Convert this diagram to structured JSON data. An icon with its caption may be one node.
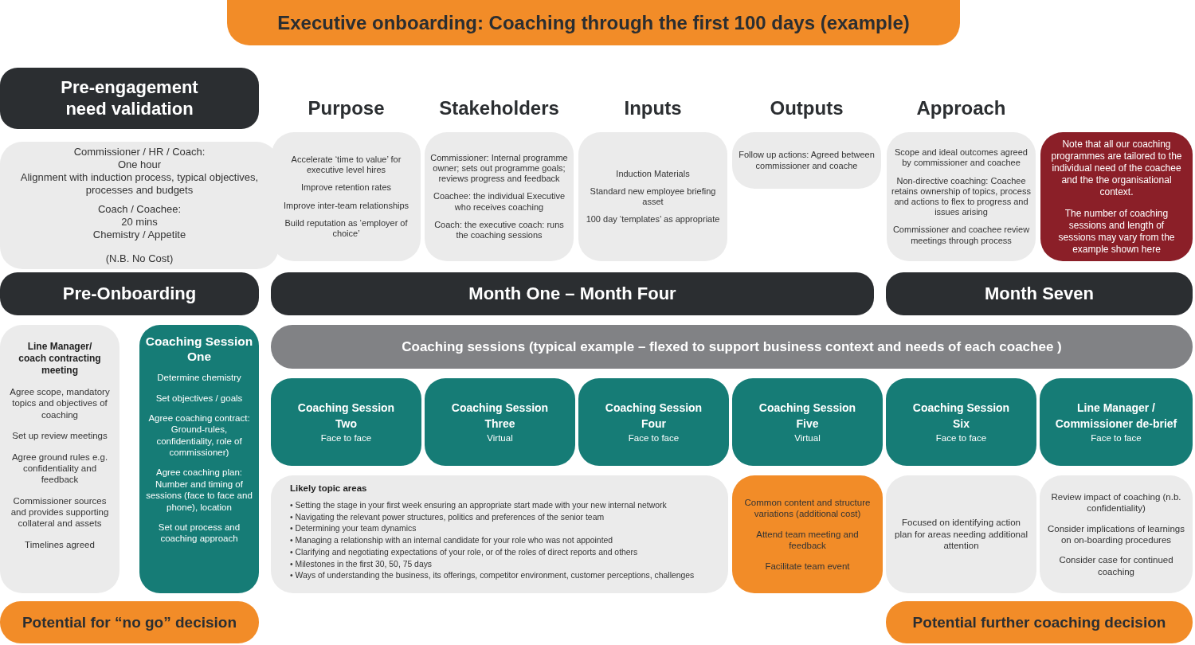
{
  "diagram": {
    "title": "Executive onboarding:  Coaching through the first 100 days (example)",
    "nodes": [
      {
        "text": [
          "Pre-engagement need validation"
        ]
      },
      {
        "text": [
          "Commissioner / HR / Coach:",
          "One hour",
          "Alignment with induction process, typical objectives, processes and budgets",
          "Coach / Coachee:",
          "20 mins",
          "Chemistry / Appetite",
          "(N.B. No Cost)"
        ]
      },
      {
        "text": [
          "Purpose",
          "Accelerate ‘time to value’ for executive level hires",
          "Improve retention rates",
          "Improve inter-team relationships",
          "Build reputation as ‘employer of choice’"
        ]
      },
      {
        "text": [
          "Stakeholders",
          "Commissioner: Internal programme owner; sets out programme goals; reviews progress and feedback",
          "Coachee: the individual Executive who receives coaching",
          "Coach: the executive coach: runs the coaching sessions"
        ]
      },
      {
        "text": [
          "Inputs",
          "Induction Materials",
          "Standard new employee briefing asset",
          "100 day ‘templates’ as appropriate"
        ]
      },
      {
        "text": [
          "Outputs",
          "Follow up actions: Agreed between commissioner and coache"
        ]
      },
      {
        "text": [
          "Approach",
          "Scope and ideal outcomes agreed by commissioner and coachee",
          "Non-directive coaching: Coachee retains ownership of topics, process and actions to flex to progress and issues arising",
          "Commissioner and coachee review meetings through process"
        ]
      },
      {
        "text": [
          "Note that all our coaching programmes are tailored to the individual need of the coachee and the the organisational context.",
          "The number of coaching sessions and length of sessions may vary from the example shown here"
        ]
      },
      {
        "text": [
          "Pre-Onboarding"
        ]
      },
      {
        "text": [
          "Month One – Month Four"
        ]
      },
      {
        "text": [
          "Month Seven"
        ]
      },
      {
        "text": [
          "Line Manager/ coach contracting meeting",
          "Agree scope, mandatory topics and objectives of coaching",
          "Set up review meetings",
          "Agree ground rules e.g. confidentiality and feedback",
          "Commissioner sources and provides supporting collateral and assets",
          "Timelines agreed"
        ]
      },
      {
        "text": [
          "Coaching Session One",
          "Determine chemistry",
          "Set objectives / goals",
          "Agree coaching contract: Ground-rules, confidentiality, role of commissioner)",
          "Agree coaching plan: Number and timing of sessions (face to face and phone), location",
          "Set out process and coaching approach"
        ]
      },
      {
        "text": [
          "Coaching sessions (typical example – flexed to support business context and needs of each coachee )"
        ]
      },
      {
        "text": [
          "Coaching Session Two",
          "Face to face"
        ]
      },
      {
        "text": [
          "Coaching Session Three",
          "Virtual"
        ]
      },
      {
        "text": [
          "Coaching Session Four",
          "Face to face"
        ]
      },
      {
        "text": [
          "Coaching Session Five",
          "Virtual"
        ]
      },
      {
        "text": [
          "Coaching Session Six",
          "Face to face"
        ]
      },
      {
        "text": [
          "Line Manager / Commissioner de-brief",
          "Face to face"
        ]
      },
      {
        "text": [
          "Likely topic areas",
          "• Setting the stage in your first week ensuring an appropriate start made with your new internal network",
          "• Navigating the relevant power structures, politics and preferences of the senior team",
          "• Determining your team dynamics",
          "• Managing a relationship with an internal candidate for your role who was not appointed",
          "• Clarifying and negotiating expectations of your role, or of the roles of direct reports and others",
          "• Milestones in the first 30, 50, 75 days",
          "• Ways of understanding the business, its offerings, competitor environment, customer perceptions, challenges"
        ]
      },
      {
        "text": [
          "Common content and structure variations (additional cost)",
          "Attend team meeting and feedback",
          "Facilitate team event"
        ]
      },
      {
        "text": [
          "Focused on identifying action plan for areas needing additional attention"
        ]
      },
      {
        "text": [
          "Review impact of coaching (n.b. confidentiality)",
          "Consider implications of learnings on on-boarding procedures",
          "Consider case for continued coaching"
        ]
      },
      {
        "text": [
          "Potential for “no go” decision"
        ]
      },
      {
        "text": [
          "Potential further coaching decision"
        ]
      }
    ]
  }
}
